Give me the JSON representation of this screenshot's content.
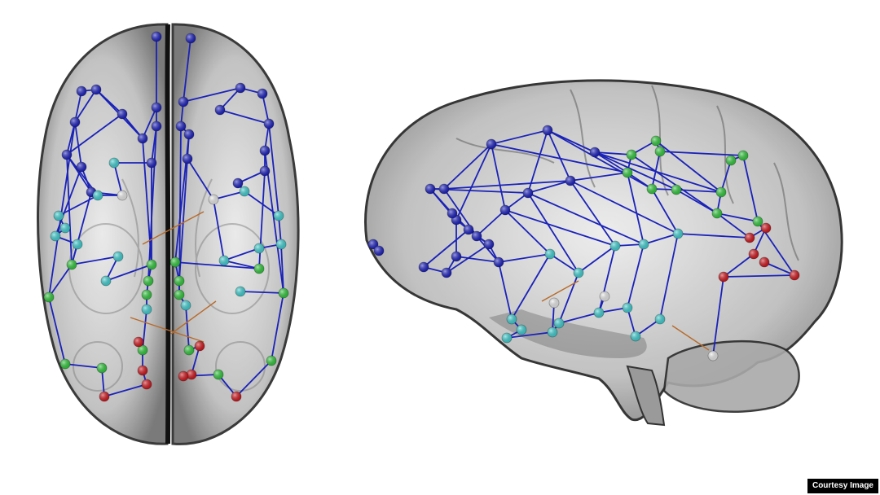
{
  "image": {
    "credit_label": "Courtesy Image",
    "views": [
      {
        "id": "axial",
        "description_name": "axial-brain-view"
      },
      {
        "id": "sagittal",
        "description_name": "sagittal-brain-view"
      }
    ],
    "colors": {
      "edge": "#1a22b8",
      "edge_minor": "#b86a2a",
      "node_blue": "#1a1fc4",
      "node_cyan": "#3fd6d8",
      "node_green": "#2fcf3a",
      "node_red": "#d8141a",
      "node_white": "#f2f2f2",
      "brain_fill": "#b9b9b9",
      "brain_outline": "#222222"
    }
  }
}
